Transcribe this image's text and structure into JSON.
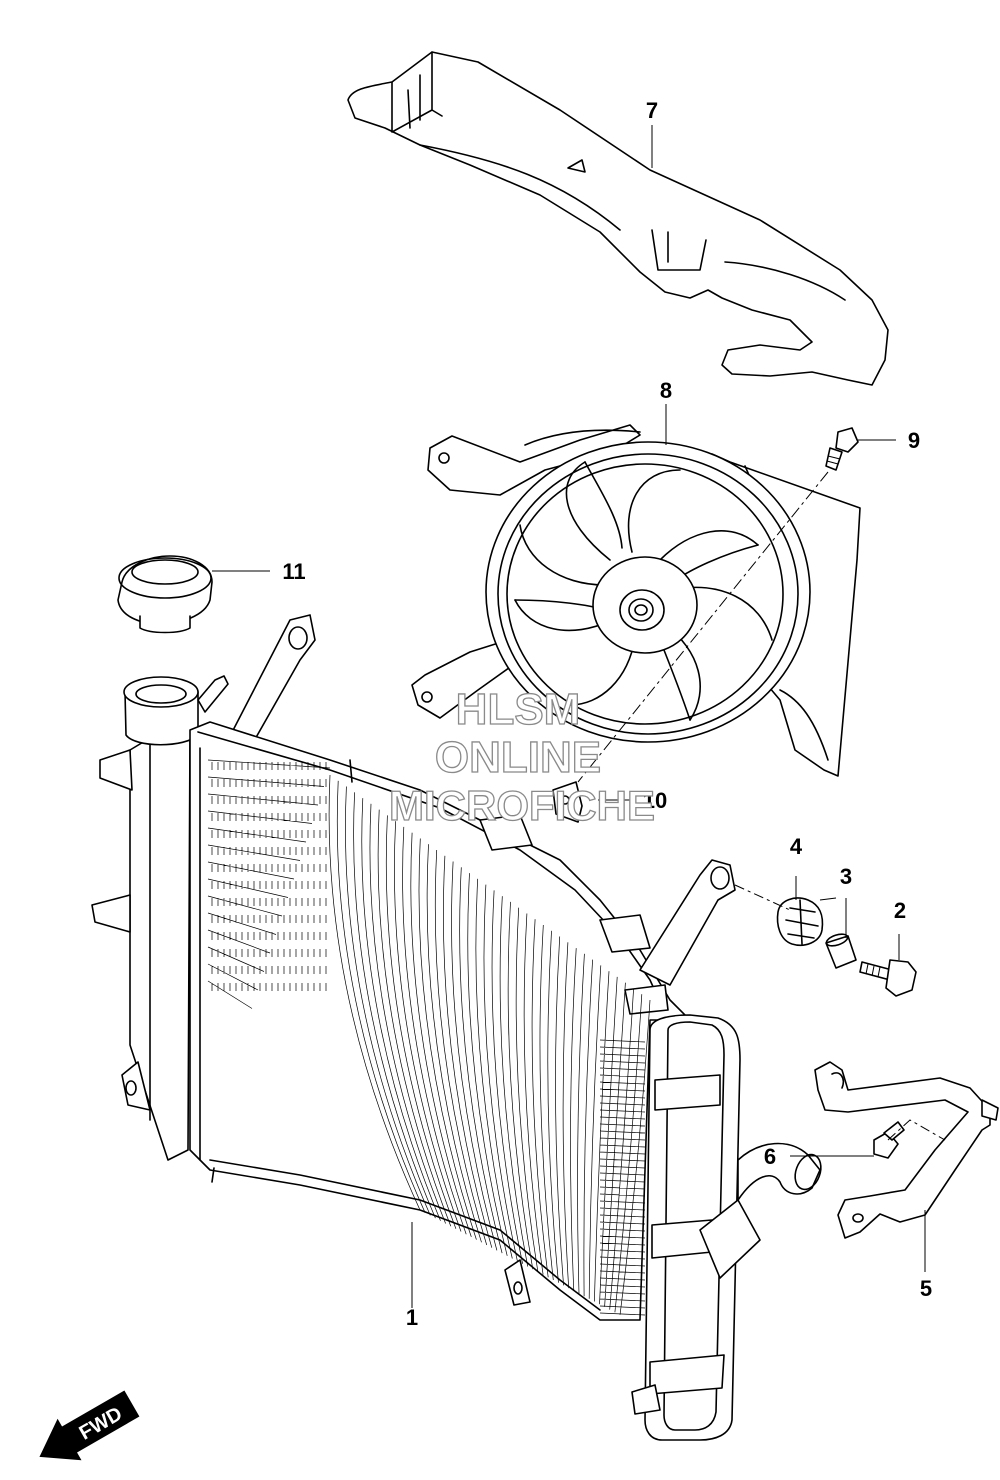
{
  "diagram": {
    "callouts": {
      "c1": "1",
      "c2": "2",
      "c3": "3",
      "c4": "4",
      "c5": "5",
      "c6": "6",
      "c7": "7",
      "c8": "8",
      "c9": "9",
      "c10": "10",
      "c11": "11"
    },
    "watermark": {
      "line1": "HLSM",
      "line2": "ONLINE",
      "line3": "MICROFICHE",
      "color": "#8a8a8a"
    },
    "direction_badge": "FWD",
    "line_color": "#000000"
  }
}
